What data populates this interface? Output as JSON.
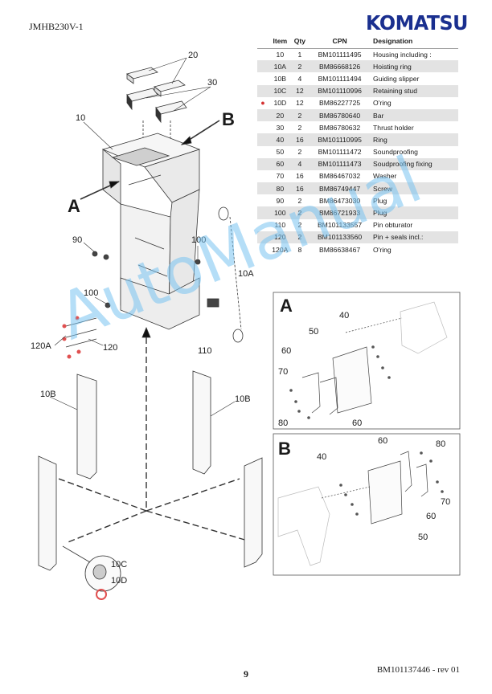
{
  "header": {
    "doc_code": "JMHB230V-1",
    "brand": "KOMATSU"
  },
  "parts_table": {
    "columns": [
      "Item",
      "Qty",
      "CPN",
      "Designation"
    ],
    "rows": [
      {
        "item": "10",
        "qty": "1",
        "cpn": "BM101111495",
        "designation": "Housing including :",
        "marked": false
      },
      {
        "item": "10A",
        "qty": "2",
        "cpn": "BM86668126",
        "designation": "Hoisting ring",
        "marked": false
      },
      {
        "item": "10B",
        "qty": "4",
        "cpn": "BM101111494",
        "designation": "Guiding slipper",
        "marked": false
      },
      {
        "item": "10C",
        "qty": "12",
        "cpn": "BM101110996",
        "designation": "Retaining stud",
        "marked": false
      },
      {
        "item": "10D",
        "qty": "12",
        "cpn": "BM86227725",
        "designation": "O'ring",
        "marked": true
      },
      {
        "item": "20",
        "qty": "2",
        "cpn": "BM86780640",
        "designation": "Bar",
        "marked": false
      },
      {
        "item": "30",
        "qty": "2",
        "cpn": "BM86780632",
        "designation": "Thrust holder",
        "marked": false
      },
      {
        "item": "40",
        "qty": "16",
        "cpn": "BM101110995",
        "designation": "Ring",
        "marked": false
      },
      {
        "item": "50",
        "qty": "2",
        "cpn": "BM101111472",
        "designation": "Soundproofing",
        "marked": false
      },
      {
        "item": "60",
        "qty": "4",
        "cpn": "BM101111473",
        "designation": "Soudproofing fixing",
        "marked": false
      },
      {
        "item": "70",
        "qty": "16",
        "cpn": "BM86467032",
        "designation": "Washer",
        "marked": false
      },
      {
        "item": "80",
        "qty": "16",
        "cpn": "BM86749447",
        "designation": "Screw",
        "marked": false
      },
      {
        "item": "90",
        "qty": "2",
        "cpn": "BM86473030",
        "designation": "Plug",
        "marked": false
      },
      {
        "item": "100",
        "qty": "2",
        "cpn": "BM86721933",
        "designation": "Plug",
        "marked": false
      },
      {
        "item": "110",
        "qty": "2",
        "cpn": "BM101133557",
        "designation": "Pin obturator",
        "marked": false
      },
      {
        "item": "120",
        "qty": "2",
        "cpn": "BM101133560",
        "designation": "Pin + seals incl.:",
        "marked": false
      },
      {
        "item": "120A",
        "qty": "8",
        "cpn": "BM86638467",
        "designation": "O'ring",
        "marked": false
      }
    ],
    "marker_symbol": "●",
    "marker_color": "#d43030"
  },
  "diagram": {
    "callouts": {
      "c20": "20",
      "c30": "30",
      "c10": "10",
      "cB": "B",
      "cA": "A",
      "c90": "90",
      "c100a": "100",
      "c10A": "10A",
      "c100b": "100",
      "c120A": "120A",
      "c120": "120",
      "c110": "110",
      "c10Ba": "10B",
      "c10Bb": "10B",
      "c10C": "10C",
      "c10D": "10D"
    },
    "detail_a": {
      "title": "A",
      "labels": {
        "l40": "40",
        "l50": "50",
        "l60a": "60",
        "l70": "70",
        "l80": "80",
        "l60b": "60"
      }
    },
    "detail_b": {
      "title": "B",
      "labels": {
        "l60a": "60",
        "l80": "80",
        "l40": "40",
        "l60b": "60",
        "l70": "70",
        "l50": "50"
      }
    }
  },
  "watermark": "AutoManual",
  "footer": {
    "page_number": "9",
    "doc_ref": "BM101137446 - rev 01"
  },
  "colors": {
    "brand_blue": "#1a2f8f",
    "watermark": "#78c3f0",
    "seal_highlight": "#e05050"
  }
}
